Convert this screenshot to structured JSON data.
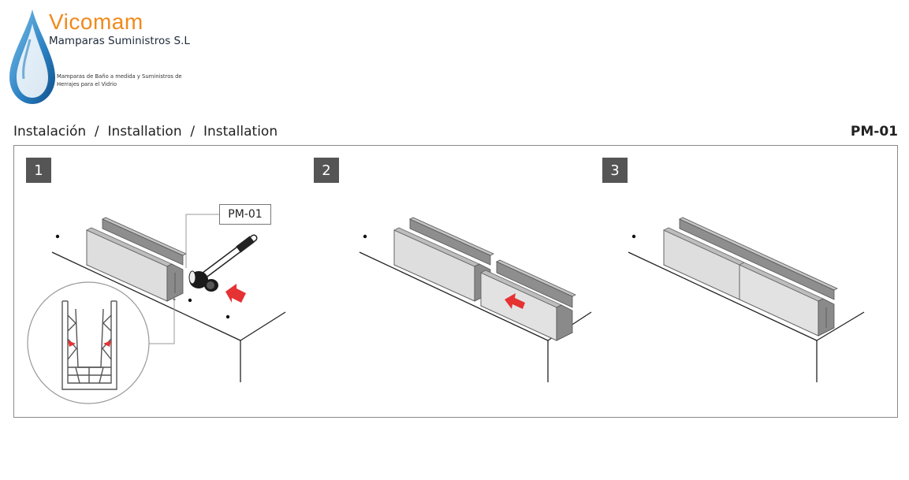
{
  "header": {
    "brand_name": "Vicomam",
    "company_name": "Mamparas Suministros S.L",
    "tagline_line1": "Mamparas de Baño a medida y Suministros de",
    "tagline_line2": "Herrajes para el Vidrio"
  },
  "title": {
    "text": "Instalación  /  Installation  /  Installation",
    "product_code": "PM-01"
  },
  "steps": [
    {
      "number": "1"
    },
    {
      "number": "2"
    },
    {
      "number": "3"
    }
  ],
  "callout": {
    "label": "PM-01"
  },
  "colors": {
    "brand_orange": "#f08a1c",
    "drop_blue": "#2a7fc0",
    "arrow_red": "#e53232",
    "badge_gray": "#555555",
    "profile_gray": "#9a9a9a",
    "glass_gray": "#dcdcdc"
  }
}
